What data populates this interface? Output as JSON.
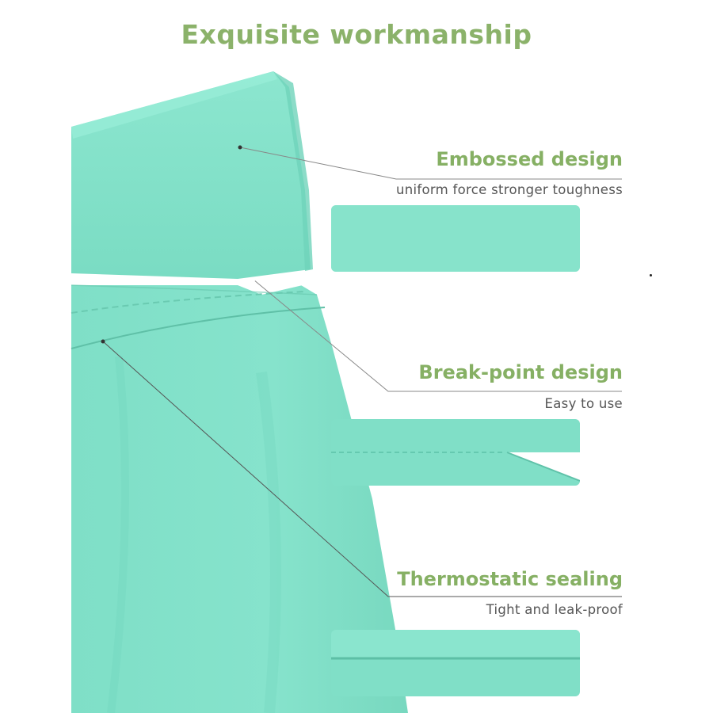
{
  "title": "Exquisite workmanship",
  "features": [
    {
      "title": "Embossed design",
      "subtitle": "uniform force stronger toughness"
    },
    {
      "title": "Break-point design",
      "subtitle": "Easy to use"
    },
    {
      "title": "Thermostatic sealing",
      "subtitle": "Tight and leak-proof"
    }
  ],
  "colors": {
    "bag": "#7fe0c8",
    "bag_shadow": "#68cdb4",
    "heading_green": "#8bb26a",
    "subtitle_gray": "#555555"
  }
}
